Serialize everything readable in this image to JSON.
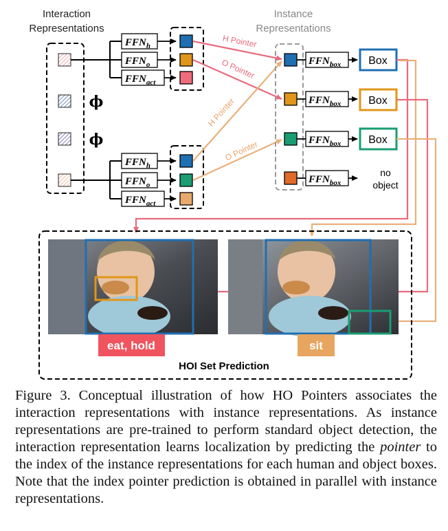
{
  "figure": {
    "interaction_title_line1": "Interaction",
    "interaction_title_line2": "Representations",
    "instance_title_line1": "Instance",
    "instance_title_line2": "Representations",
    "phi": "ϕ",
    "ffn_main": "FFN",
    "ffn_h_sub": "h",
    "ffn_o_sub": "o",
    "ffn_act_sub": "act",
    "ffn_box_sub": "box",
    "box_label": "Box",
    "no_object_line1": "no",
    "no_object_line2": "object",
    "h_pointer": "H Pointer",
    "o_pointer": "O Pointer",
    "photo_left_label": "eat, hold",
    "photo_right_label": "sit",
    "set_prediction_title": "HOI Set Prediction",
    "colors": {
      "human": "#1f6fb2",
      "object_orange": "#e0961a",
      "object_green": "#1a9d73",
      "action_pink": "#f06b7e",
      "action_tan": "#e8aa6c",
      "h_pointer_line": "#e86a7d",
      "o_pointer_line": "#e9b07a",
      "no_object_box": "#e06a2a",
      "label_red": "#f0545e",
      "label_tan": "#e8a560"
    }
  },
  "caption": {
    "prefix": "Figure 3. Conceptual illustration of how HO Pointers associates the interaction representations with instance representations.  As instance representations are pre-trained to perform standard object detection, the interaction representation learns localization by predicting the ",
    "emphasis": "pointer",
    "suffix": " to the index of the instance representations for each human and object boxes. Note that the index pointer prediction is obtained in parallel with instance representations."
  }
}
